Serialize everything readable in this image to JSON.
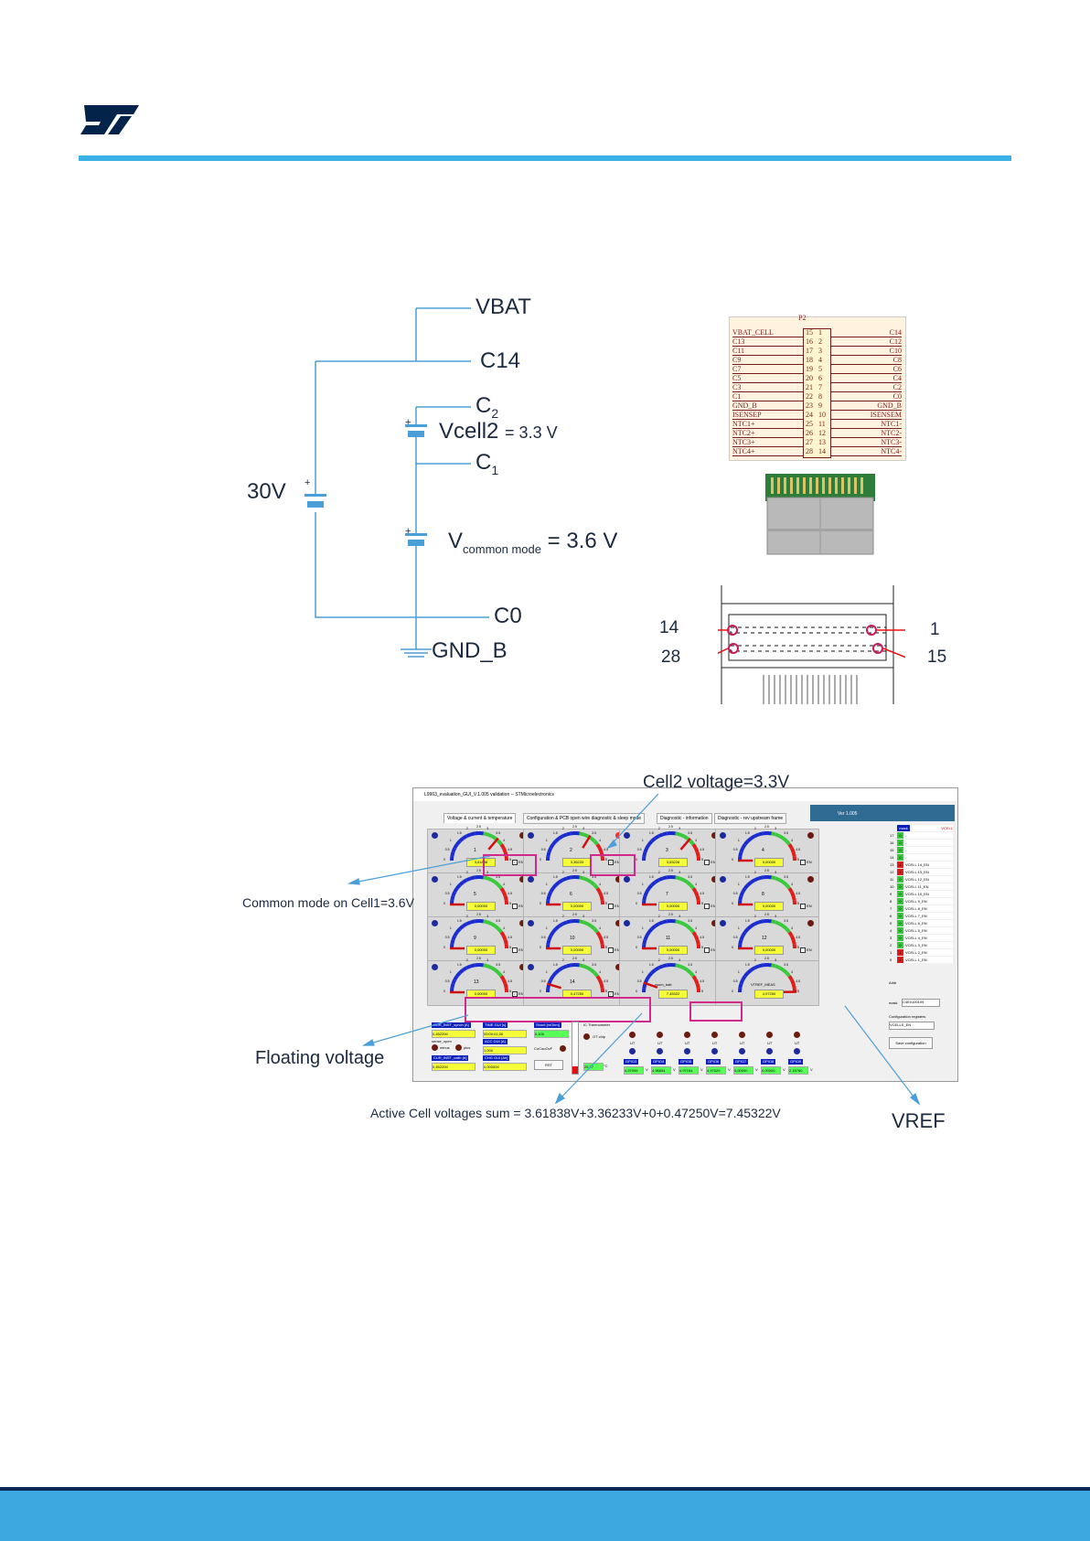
{
  "brand": {
    "logo": "ST",
    "accent": "#3cb1e6",
    "footer_color": "#3ba9df"
  },
  "schematic": {
    "vbat": "VBAT",
    "c14": "C14",
    "c2": "C",
    "c2_sub": "2",
    "vcell2": "Vcell2",
    "vcell2_val": "= 3.3 V",
    "c1": "C",
    "c1_sub": "1",
    "v30": "30V",
    "vcm_main": "V",
    "vcm_sub": "common mode",
    "vcm_val": "= 3.6 V",
    "c0": "C0",
    "gnd": "GND_B",
    "plus": "+"
  },
  "connector": {
    "title": "P2",
    "rows": [
      {
        "l": "VBAT_CELL",
        "a": "15",
        "b": "1",
        "r": "C14"
      },
      {
        "l": "C13",
        "a": "16",
        "b": "2",
        "r": "C12"
      },
      {
        "l": "C11",
        "a": "17",
        "b": "3",
        "r": "C10"
      },
      {
        "l": "C9",
        "a": "18",
        "b": "4",
        "r": "C8"
      },
      {
        "l": "C7",
        "a": "19",
        "b": "5",
        "r": "C6"
      },
      {
        "l": "C5",
        "a": "20",
        "b": "6",
        "r": "C4"
      },
      {
        "l": "C3",
        "a": "21",
        "b": "7",
        "r": "C2"
      },
      {
        "l": "C1",
        "a": "22",
        "b": "8",
        "r": "C0"
      },
      {
        "l": "GND_B",
        "a": "23",
        "b": "9",
        "r": "GND_B"
      },
      {
        "l": "ISENSEP",
        "a": "24",
        "b": "10",
        "r": "ISENSEM"
      },
      {
        "l": "NTC1+",
        "a": "25",
        "b": "11",
        "r": "NTC1-"
      },
      {
        "l": "NTC2+",
        "a": "26",
        "b": "12",
        "r": "NTC2-"
      },
      {
        "l": "NTC3+",
        "a": "27",
        "b": "13",
        "r": "NTC3-"
      },
      {
        "l": "NTC4+",
        "a": "28",
        "b": "14",
        "r": "NTC4-"
      }
    ]
  },
  "pinout": {
    "p14": "14",
    "p1": "1",
    "p28": "28",
    "p15": "15"
  },
  "gui": {
    "title": "L9963_evaluation_GUI_V.1.005 validation -- STMicroelectronics",
    "tabs": [
      "Voltage & current & temperature",
      "Configuration & PCB open wire diagnostic & sleep mode",
      "Diagnostic - information",
      "Diagnostic - rev upstream frame"
    ],
    "version": "Ver 1.005",
    "gauge_scale": [
      "0",
      "0.5",
      "1",
      "1.5",
      "2",
      "2.5",
      "3",
      "3.5",
      "4",
      "4.5",
      "5"
    ],
    "en_label": "EN",
    "ov_label": "OV",
    "uv_label": "UV",
    "cells": [
      {
        "n": "1",
        "v": "3,61838",
        "en": true,
        "ov": false
      },
      {
        "n": "2",
        "v": "3,36233",
        "en": true,
        "ov": true
      },
      {
        "n": "3",
        "v": "3,63226",
        "en": false,
        "ov": false
      },
      {
        "n": "4",
        "v": "0,00000",
        "en": false,
        "ov": false
      },
      {
        "n": "5",
        "v": "0,00000",
        "en": false,
        "ov": false
      },
      {
        "n": "6",
        "v": "0,00000",
        "en": false,
        "ov": false
      },
      {
        "n": "7",
        "v": "0,00000",
        "en": false,
        "ov": false
      },
      {
        "n": "8",
        "v": "0,00000",
        "en": false,
        "ov": false
      },
      {
        "n": "9",
        "v": "0,00000",
        "en": false,
        "ov": false
      },
      {
        "n": "10",
        "v": "0,00000",
        "en": false,
        "ov": false
      },
      {
        "n": "11",
        "v": "0,00000",
        "en": false,
        "ov": false
      },
      {
        "n": "12",
        "v": "0,00000",
        "en": false,
        "ov": false
      },
      {
        "n": "13",
        "v": "0,00000",
        "en": true,
        "ov": false
      },
      {
        "n": "14",
        "v": "0,47250",
        "en": true,
        "ov": false
      }
    ],
    "vsum": {
      "label": "vsum_batt",
      "v": "7,45322"
    },
    "vref": {
      "label": "VTREF_MEAS",
      "v": "4,97250"
    },
    "side_header": [
      "mask",
      "VCELL"
    ],
    "side_rows": [
      {
        "n": "17",
        "s": "0",
        "t": "-"
      },
      {
        "n": "16",
        "s": "0",
        "t": "-"
      },
      {
        "n": "15",
        "s": "0",
        "t": "-"
      },
      {
        "n": "14",
        "s": "0",
        "t": "-"
      },
      {
        "n": "13",
        "s": "1",
        "t": "VCELL 14_EN"
      },
      {
        "n": "12",
        "s": "1",
        "t": "VCELL 13_EN"
      },
      {
        "n": "11",
        "s": "0",
        "t": "VCELL 12_EN"
      },
      {
        "n": "10",
        "s": "0",
        "t": "VCELL 11_EN"
      },
      {
        "n": "9",
        "s": "0",
        "t": "VCELL 10_EN"
      },
      {
        "n": "8",
        "s": "0",
        "t": "VCELL 9_EN"
      },
      {
        "n": "7",
        "s": "0",
        "t": "VCELL 8_EN"
      },
      {
        "n": "6",
        "s": "0",
        "t": "VCELL 7_EN"
      },
      {
        "n": "5",
        "s": "0",
        "t": "VCELL 6_EN"
      },
      {
        "n": "4",
        "s": "0",
        "t": "VCELL 5_EN"
      },
      {
        "n": "3",
        "s": "0",
        "t": "VCELL 4_EN"
      },
      {
        "n": "2",
        "s": "0",
        "t": "VCELL 3_EN"
      },
      {
        "n": "1",
        "s": "1",
        "t": "VCELL 2_EN"
      },
      {
        "n": "0",
        "s": "1",
        "t": "VCELL 1_EN"
      }
    ],
    "addr_label": "Addr",
    "mask_label": "mask",
    "mask_val": "C4E0100109",
    "config_label": "Configuration registers",
    "config_sel": "VCELLS_EN",
    "save_btn": "Save configuration",
    "cur_synch_lbl": "CUR_INST_synch [A]",
    "cur_synch_val": "0,452200",
    "time_lbl": "TIME GUI [s]",
    "time_val": "00:00:01,00",
    "shunt_lbl": "Shunt [mOhm]",
    "shunt_val": "0,100",
    "sense_lbl": "sense_open",
    "minus_lbl": "minus",
    "plus_lbl": "plus",
    "acc_lbl": "ACC GUI [A]",
    "acc_val": "1,000",
    "cocouovf": "CoCouOvF",
    "cur_calib_lbl": "CUR_INST_calib [A]",
    "cur_calib_val": "0,452200",
    "chg_lbl": "CHG GUI [Ah]",
    "chg_val": "0,000000",
    "rst": "RST",
    "ic_thermo": "IC Thermometer",
    "ot_chip": "OT chip",
    "temp_val": "25,27",
    "temp_unit": "°C",
    "ut_label": "UT",
    "gpios": [
      {
        "n": "GPIO3",
        "v": "4,97099"
      },
      {
        "n": "GPIO4",
        "v": "4,96654"
      },
      {
        "n": "GPIO5",
        "v": "4,97154"
      },
      {
        "n": "GPIO6",
        "v": "4,97029"
      },
      {
        "n": "GPIO7",
        "v": "0,00000"
      },
      {
        "n": "GPIO8",
        "v": "0,00000"
      },
      {
        "n": "GPIO9",
        "v": "2,15760"
      }
    ],
    "volt_unit": "V"
  },
  "annotations": {
    "cell2": "Cell2 voltage=3.3V",
    "common": "Common mode on Cell1=3.6V",
    "floating": "Floating voltage",
    "sum": "Active Cell voltages sum = 3.61838V+3.36233V+0+0.47250V=7.45322V",
    "vref": "VREF"
  }
}
